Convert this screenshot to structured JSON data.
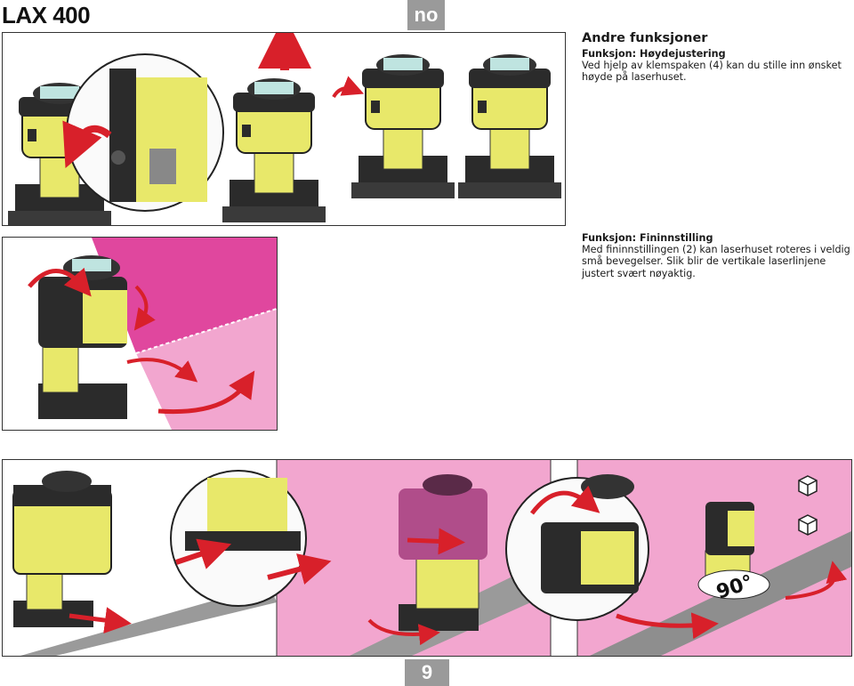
{
  "header": {
    "model": "LAX 400",
    "language": "no"
  },
  "sections": {
    "other": {
      "heading": "Andre funksjoner",
      "subheading": "Funksjon: Høydejustering",
      "body": "Ved hjelp av klemspaken (4) kan du stille inn ønsket høyde på laserhuset."
    },
    "fine": {
      "subheading": "Funksjon: Fininnstilling",
      "body": "Med fininnstillingen (2) kan laserhuset roteres i veldig små bevegelser. Slik blir de vertikale laserlinjene justert svært nøyaktig."
    }
  },
  "illustrations": {
    "angle_label": "90°"
  },
  "colors": {
    "device_yellow": "#e8e86a",
    "device_dark": "#2b2b2b",
    "laser_pink": "#e0479e",
    "arrow_red": "#d8202a",
    "badge_gray": "#9a9a9a"
  },
  "icons": [
    "laser-level-device-icon",
    "rotate-arrow-icon",
    "up-arrow-icon",
    "magnifier-circle-icon",
    "laser-plane-icon",
    "cube-target-icon"
  ],
  "footer": {
    "page_number": "9"
  }
}
